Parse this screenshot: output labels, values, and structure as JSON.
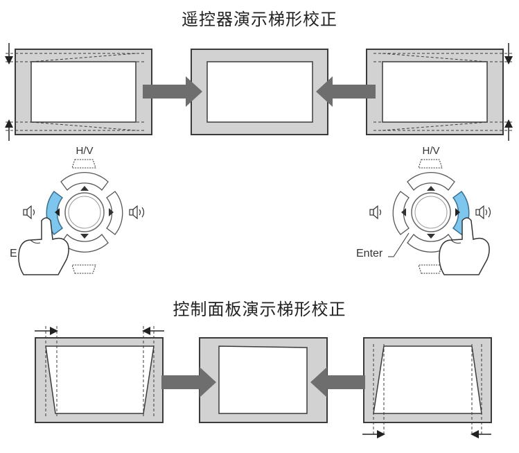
{
  "remote_section": {
    "title": "遥控器演示梯形校正",
    "label_hv": "H/V",
    "label_enter_left": "E",
    "label_enter_right": "Enter"
  },
  "panel_section": {
    "title": "控制面板演示梯形校正"
  },
  "colors": {
    "screen_gray": "#d2d2d2",
    "outline": "#3a3a3a",
    "arrow": "#6e6e6e",
    "button_highlight": "#7fc6ee"
  }
}
